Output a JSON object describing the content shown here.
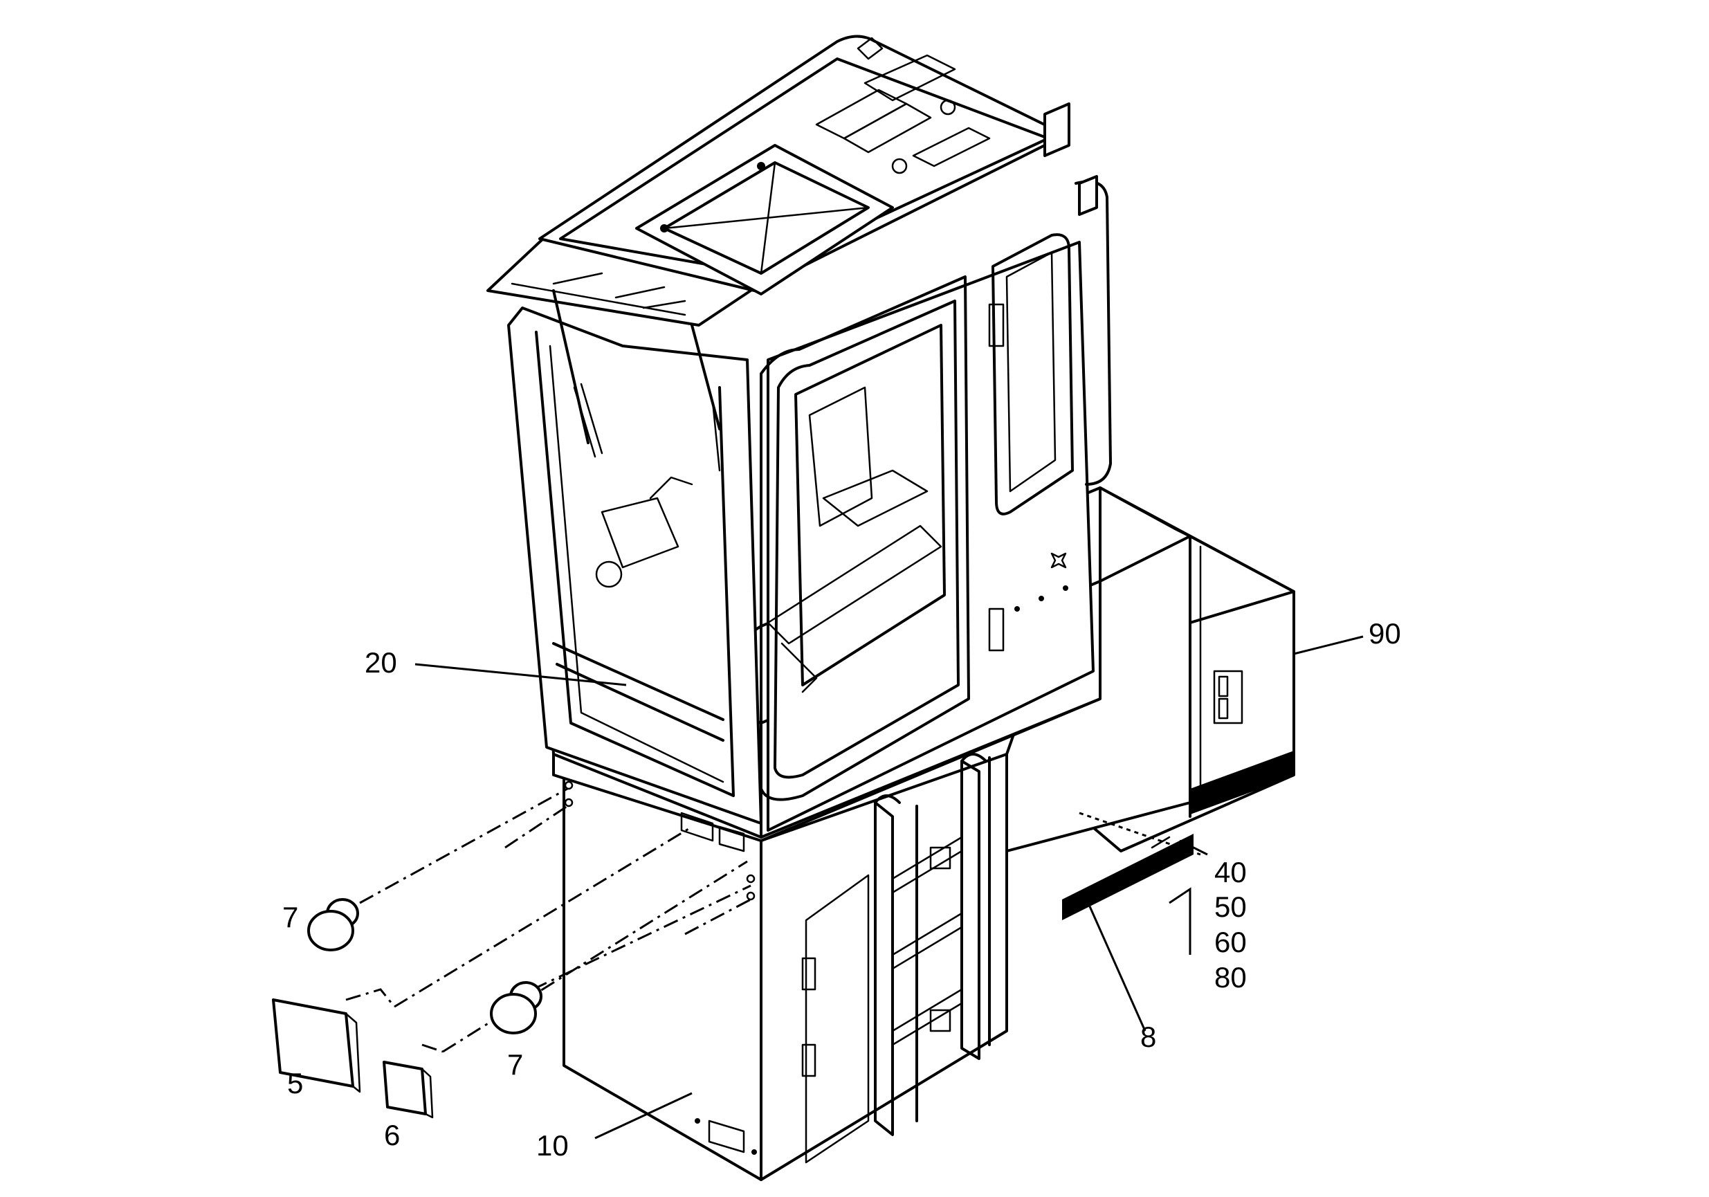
{
  "callouts": {
    "c20": "20",
    "c90": "90",
    "c40": "40",
    "c50": "50",
    "c60": "60",
    "c80": "80",
    "c8": "8",
    "c7a": "7",
    "c7b": "7",
    "c5": "5",
    "c6": "6",
    "c10": "10"
  }
}
